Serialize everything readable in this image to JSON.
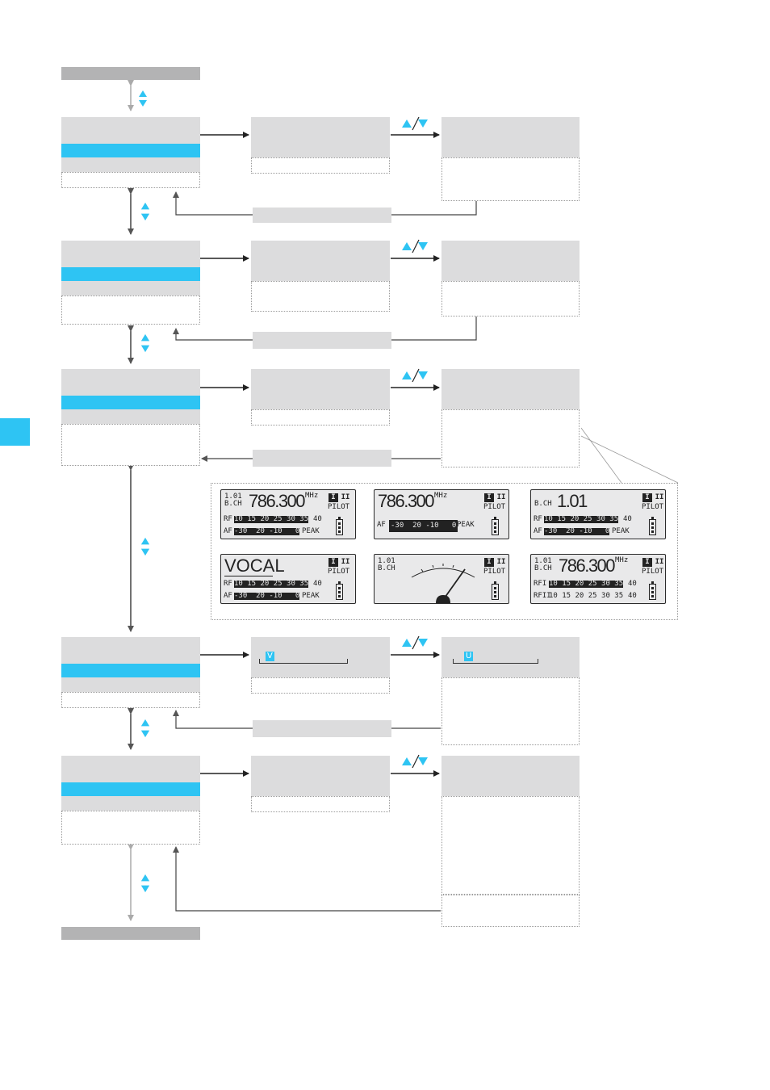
{
  "colors": {
    "accent": "#2ec4f3",
    "panel": "#dcdcdd",
    "bar": "#b3b3b4",
    "line": "#333333"
  },
  "icons": {
    "nav": "up-down-arrows-icon",
    "toggle": "up-slash-down-icon"
  },
  "displays": [
    {
      "ch": "1.01",
      "bch": "B.CH",
      "freq": "786.300",
      "unit": "MHz",
      "pilot": "PILOT",
      "ch1": "I",
      "ch2": "II",
      "rf_label": "RF",
      "rf_scale": "10 15 20 25 30 35",
      "rf_end": "40",
      "af_label": "AF",
      "af_scale": "-30  20 -10   0",
      "peak": "PEAK"
    },
    {
      "freq": "786.300",
      "unit": "MHz",
      "pilot": "PILOT",
      "ch1": "I",
      "ch2": "II",
      "af_label": "AF",
      "af_scale": "-30  20 -10   0",
      "peak": "PEAK"
    },
    {
      "bch": "B.CH",
      "preset": "1.01",
      "pilot": "PILOT",
      "ch1": "I",
      "ch2": "II",
      "rf_label": "RF",
      "rf_scale": "10 15 20 25 30 35",
      "rf_end": "40",
      "af_label": "AF",
      "af_scale": "-30  20 -10   0",
      "peak": "PEAK"
    },
    {
      "name": "VOCAL",
      "pilot": "PILOT",
      "ch1": "I",
      "ch2": "II",
      "rf_label": "RF",
      "rf_scale": "10 15 20 25 30 35",
      "rf_end": "40",
      "af_label": "AF",
      "af_scale": "-30  20 -10   0",
      "peak": "PEAK"
    },
    {
      "ch": "1.01",
      "bch": "B.CH",
      "pilot": "PILOT",
      "ch1": "I",
      "ch2": "II"
    },
    {
      "ch": "1.01",
      "bch": "B.CH",
      "freq": "786.300",
      "unit": "MHz",
      "pilot": "PILOT",
      "ch1": "I",
      "ch2": "II",
      "rf1_label": "RFI",
      "rf2_label": "RFII",
      "rf_scale": "10 15 20 25 30 35",
      "rf_end": "40"
    }
  ],
  "fields": {
    "v": "V",
    "u": "U"
  }
}
